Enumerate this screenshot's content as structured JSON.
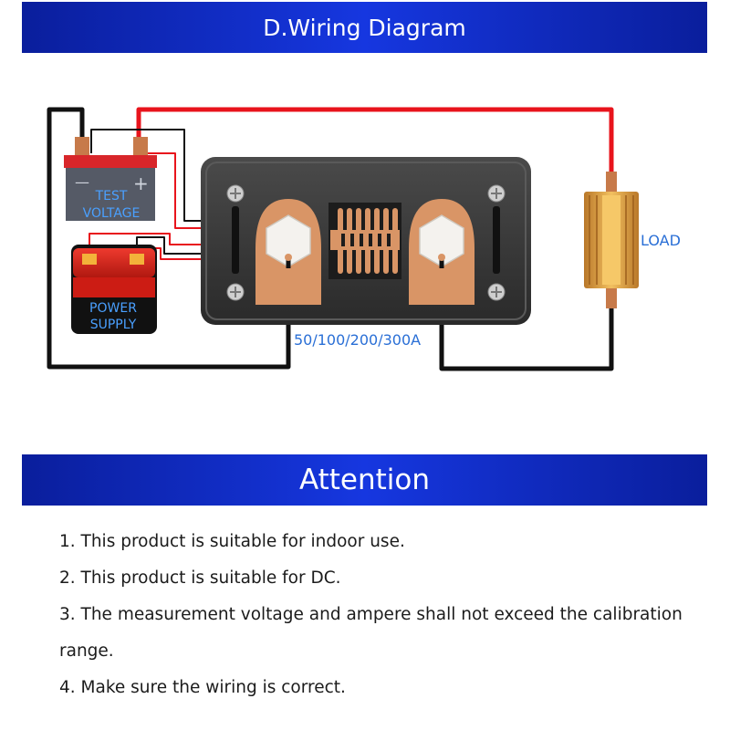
{
  "header": {
    "title": "D.Wiring Diagram"
  },
  "diagram": {
    "test_battery_line1": "TEST",
    "test_battery_line2": "VOLTAGE",
    "power_battery_line1": "POWER",
    "power_battery_line2": "SUPPLY",
    "shunt_range_label": "50/100/200/300A",
    "load_label": "LOAD",
    "minus_sign": "—",
    "plus_sign": "+",
    "plus_sign_small": "+",
    "minus_sign_small": "-"
  },
  "attention": {
    "title": "Attention",
    "items": [
      "1. This product is suitable for indoor use.",
      "2. This product is suitable for DC.",
      "3. The measurement voltage and ampere shall not exceed the calibration",
      "range.",
      "4. Make sure the wiring is correct."
    ]
  },
  "colors": {
    "banner": "#1637e0",
    "wire_positive": "#e8141c",
    "wire_negative": "#111111",
    "meter_body": "#3a3a3a",
    "copper": "#d99566",
    "load_gold": "#e0a43a",
    "label_blue": "#2a6fd6"
  }
}
